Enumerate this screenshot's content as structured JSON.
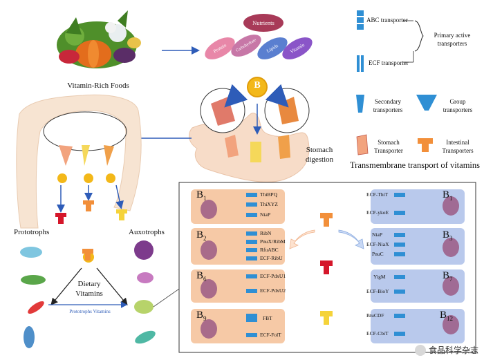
{
  "food_label": "Vitamin-Rich Foods",
  "nutrients_label": "Nutrients",
  "nutrient_pills": [
    "Protein",
    "Carbohydrate",
    "Lipids",
    "Vitamin"
  ],
  "vitamin_letter": "B",
  "stomach_label": "Stomach digestion",
  "legend": {
    "abc": "ABC transporter",
    "ecf": "ECF transporter",
    "primary": "Primary active transporters",
    "secondary": "Secondary transporters",
    "group": "Group transporters",
    "stomach": "Stomach Transporter",
    "intestinal": "Intestinal Transporters"
  },
  "transmembrane_title": "Transmembrane transport of vitamins",
  "prototrophs": "Prototrophs",
  "auxotrophs": "Auxotrophs",
  "dietary": "Dietary Vitamins",
  "prototrophs_vitamins": "Prototrophs Vitamins",
  "left_panels": [
    {
      "base": "B",
      "sub": "1",
      "transporters": [
        "ThiBPQ",
        "ThiXYZ",
        "NiaP"
      ]
    },
    {
      "base": "B",
      "sub": "2",
      "transporters": [
        "RibN",
        "PnuX/RibM",
        "RfuABC",
        "ECF-RibU"
      ]
    },
    {
      "base": "B",
      "sub": "6",
      "transporters": [
        "ECF-PdxU1",
        "ECF-PdxU2"
      ]
    },
    {
      "base": "B",
      "sub": "9",
      "transporters": [
        "FBT",
        "ECF-FolT"
      ]
    }
  ],
  "right_panels": [
    {
      "base": "B",
      "sub": "1",
      "transporters": [
        "ECF-ThiT",
        "ECF-ykoE"
      ]
    },
    {
      "base": "B",
      "sub": "3",
      "transporters": [
        "NiaP",
        "ECF-NiaX",
        "PnuC"
      ]
    },
    {
      "base": "B",
      "sub": "7",
      "transporters": [
        "YigM",
        "ECF-BioY"
      ]
    },
    {
      "base": "B",
      "sub": "12",
      "transporters": [
        "BtuCDF",
        "ECF-CbiT"
      ]
    }
  ],
  "watermark": "食品科学杂志",
  "colors": {
    "left_panel": "#f6c9a6",
    "right_panel": "#b9c9ec",
    "transporter": "#2f8fd4",
    "vitamin_coin": "#f3b819",
    "nutrients": "#a83a58",
    "protein": "#e887a8",
    "carbohydrate": "#c777a7",
    "lipids": "#5a7fd0",
    "vitamin": "#8a55c8",
    "arrow": "#2e5cb8",
    "red_receptor": "#d5162a",
    "orange_receptor": "#f28f3a",
    "yellow_receptor": "#f5d33a"
  }
}
